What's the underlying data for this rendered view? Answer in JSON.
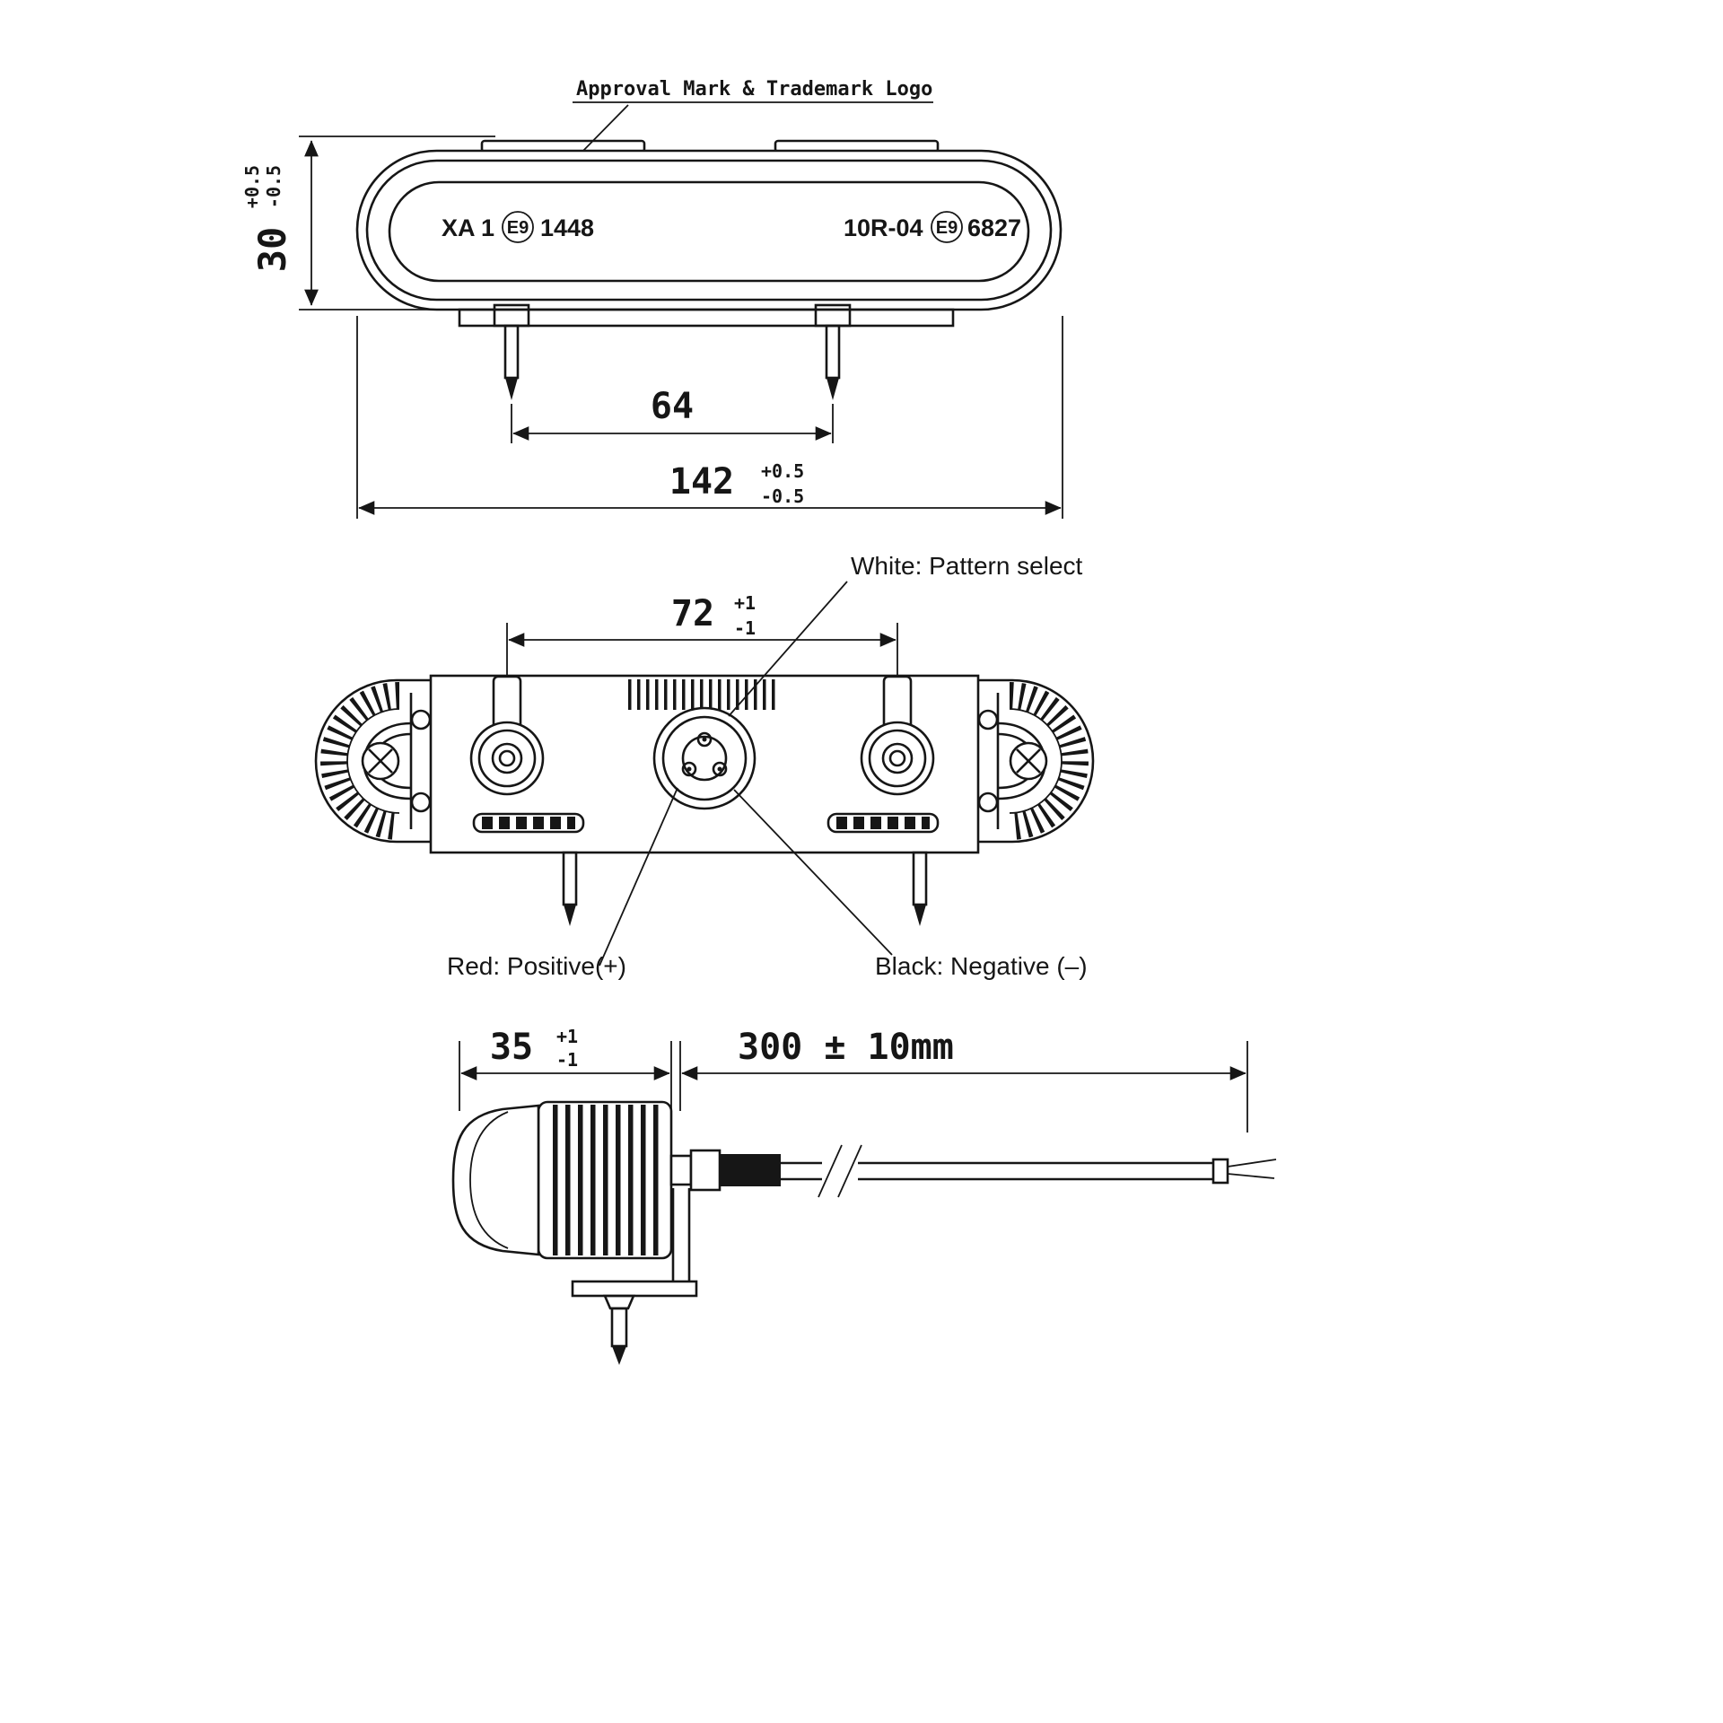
{
  "drawing": {
    "front_view": {
      "approval_note": "Approval Mark & Trademark Logo",
      "marking_left": {
        "code": "XA 1",
        "e_mark": "E9",
        "approval_no": "1448"
      },
      "marking_right": {
        "code": "10R-04",
        "e_mark": "E9",
        "approval_no": "6827"
      },
      "dim_height": {
        "value": "30",
        "tol_plus": "+0.5",
        "tol_minus": "-0.5"
      },
      "dim_stud_spacing": {
        "value": "64"
      },
      "dim_overall_width": {
        "value": "142",
        "tol_plus": "+0.5",
        "tol_minus": "-0.5"
      }
    },
    "rear_view": {
      "dim_mount_spacing": {
        "value": "72",
        "tol_plus": "+1",
        "tol_minus": "-1"
      },
      "wire_white": "White: Pattern select",
      "wire_red": "Red: Positive(+)",
      "wire_black": "Black: Negative (–)"
    },
    "side_view": {
      "dim_depth": {
        "value": "35",
        "tol_plus": "+1",
        "tol_minus": "-1"
      },
      "dim_cable_length": "300 ± 10mm"
    }
  }
}
